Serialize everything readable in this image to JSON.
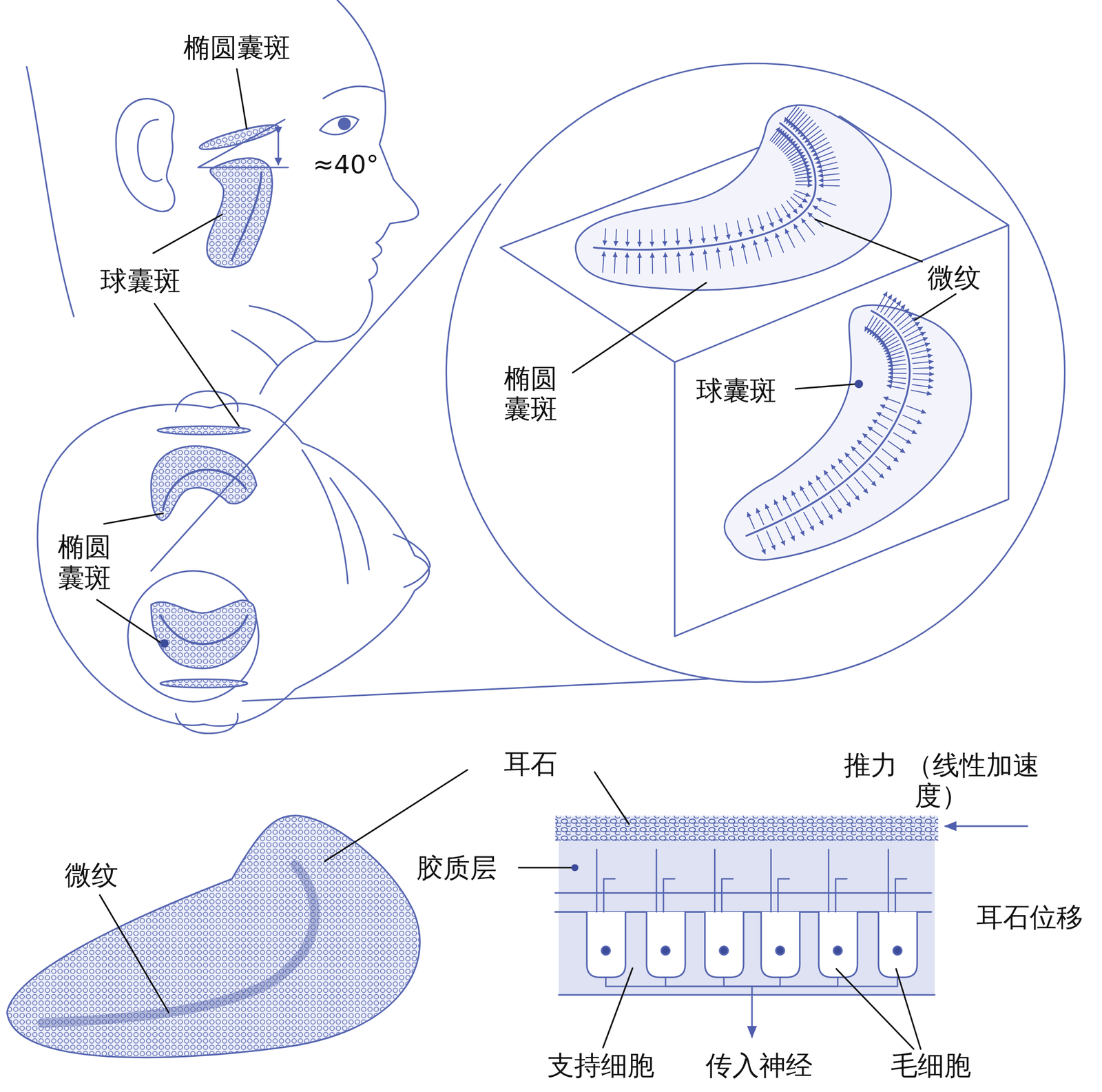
{
  "diagram": {
    "labels": [
      "椭圆囊斑",
      "≈40°",
      "球囊斑",
      "微纹",
      "椭圆囊斑",
      "球囊斑",
      "椭圆囊斑",
      "耳石",
      "推力 （线性加速度）",
      "微纹",
      "胶质层",
      "耳石位移",
      "支持细胞",
      "传入神经",
      "毛细胞"
    ]
  }
}
